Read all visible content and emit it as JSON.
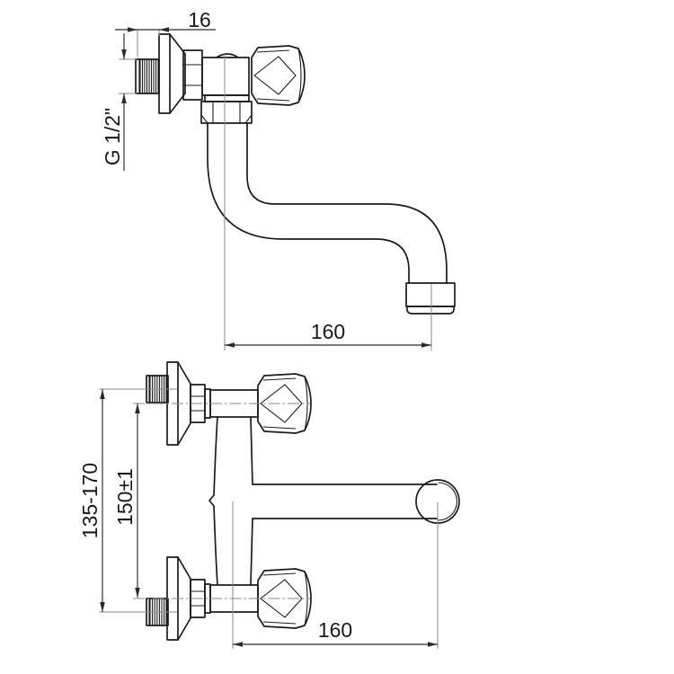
{
  "drawing": {
    "colors": {
      "background": "#ffffff",
      "object_line": "#1c1c1c",
      "dimension_line": "#2a2a2a",
      "extension_line": "#8a8a8a",
      "text": "#1a1a1a"
    },
    "dimensions": {
      "thread_length": "16",
      "thread_size": "G 1/2\"",
      "spout_reach_side": "160",
      "mounting_range": "135-170",
      "center_distance": "150±1",
      "spout_reach_front": "160"
    }
  }
}
